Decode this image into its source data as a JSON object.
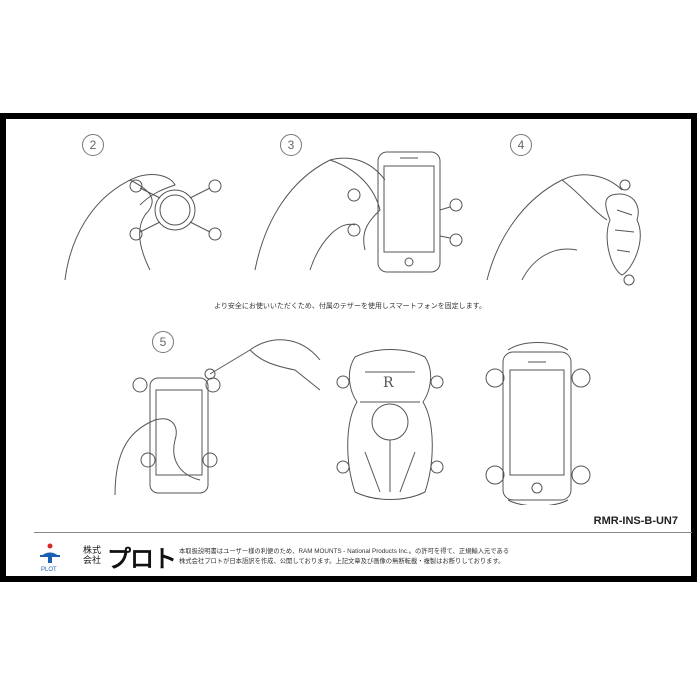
{
  "steps": [
    {
      "number": "2"
    },
    {
      "number": "3"
    },
    {
      "number": "4"
    },
    {
      "number": "5"
    }
  ],
  "caption": "より安全にお使いいただくため、付属のテザーを使用しスマートフォンを固定します。",
  "model_code": "RMR-INS-B-UN7",
  "footer": {
    "logo_text": "PLOT",
    "company_prefix": "株式会社",
    "company_name": "プロト",
    "notice_line1": "本取扱説明書はユーザー様の利便のため、RAM MOUNTS - National Products Inc.。の許可を得て、正規輸入元である",
    "notice_line2": "株式会社プロトが日本語訳を作成、公開しております。上記文章及び画像の無断転載・複製はお断りしております。"
  },
  "colors": {
    "frame": "#000000",
    "line_art": "#555555",
    "logo_blue": "#1a5fb4",
    "logo_red": "#d62828"
  }
}
